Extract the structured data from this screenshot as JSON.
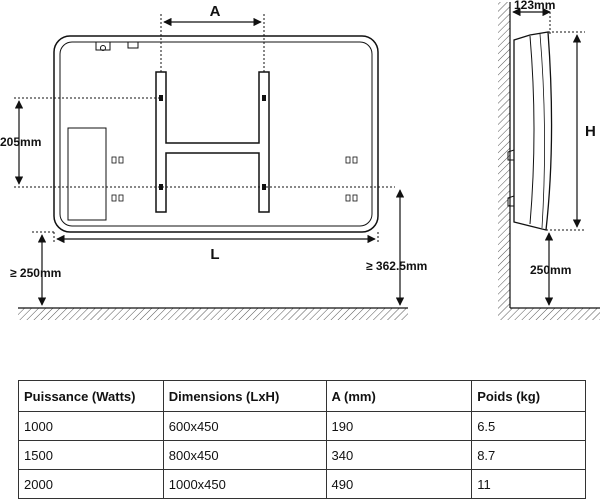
{
  "diagram": {
    "labels": {
      "a": "A",
      "l": "L",
      "h": "H",
      "dim_205": "205mm",
      "dim_250_left": "≥ 250mm",
      "dim_362": "≥ 362.5mm",
      "dim_123": "123mm",
      "dim_250_side": "250mm"
    }
  },
  "spec_table": {
    "headers": [
      "Puissance (Watts)",
      "Dimensions (LxH)",
      "A (mm)",
      "Poids (kg)"
    ],
    "rows": [
      [
        "1000",
        "600x450",
        "190",
        "6.5"
      ],
      [
        "1500",
        "800x450",
        "340",
        "8.7"
      ],
      [
        "2000",
        "1000x450",
        "490",
        "11"
      ]
    ]
  }
}
